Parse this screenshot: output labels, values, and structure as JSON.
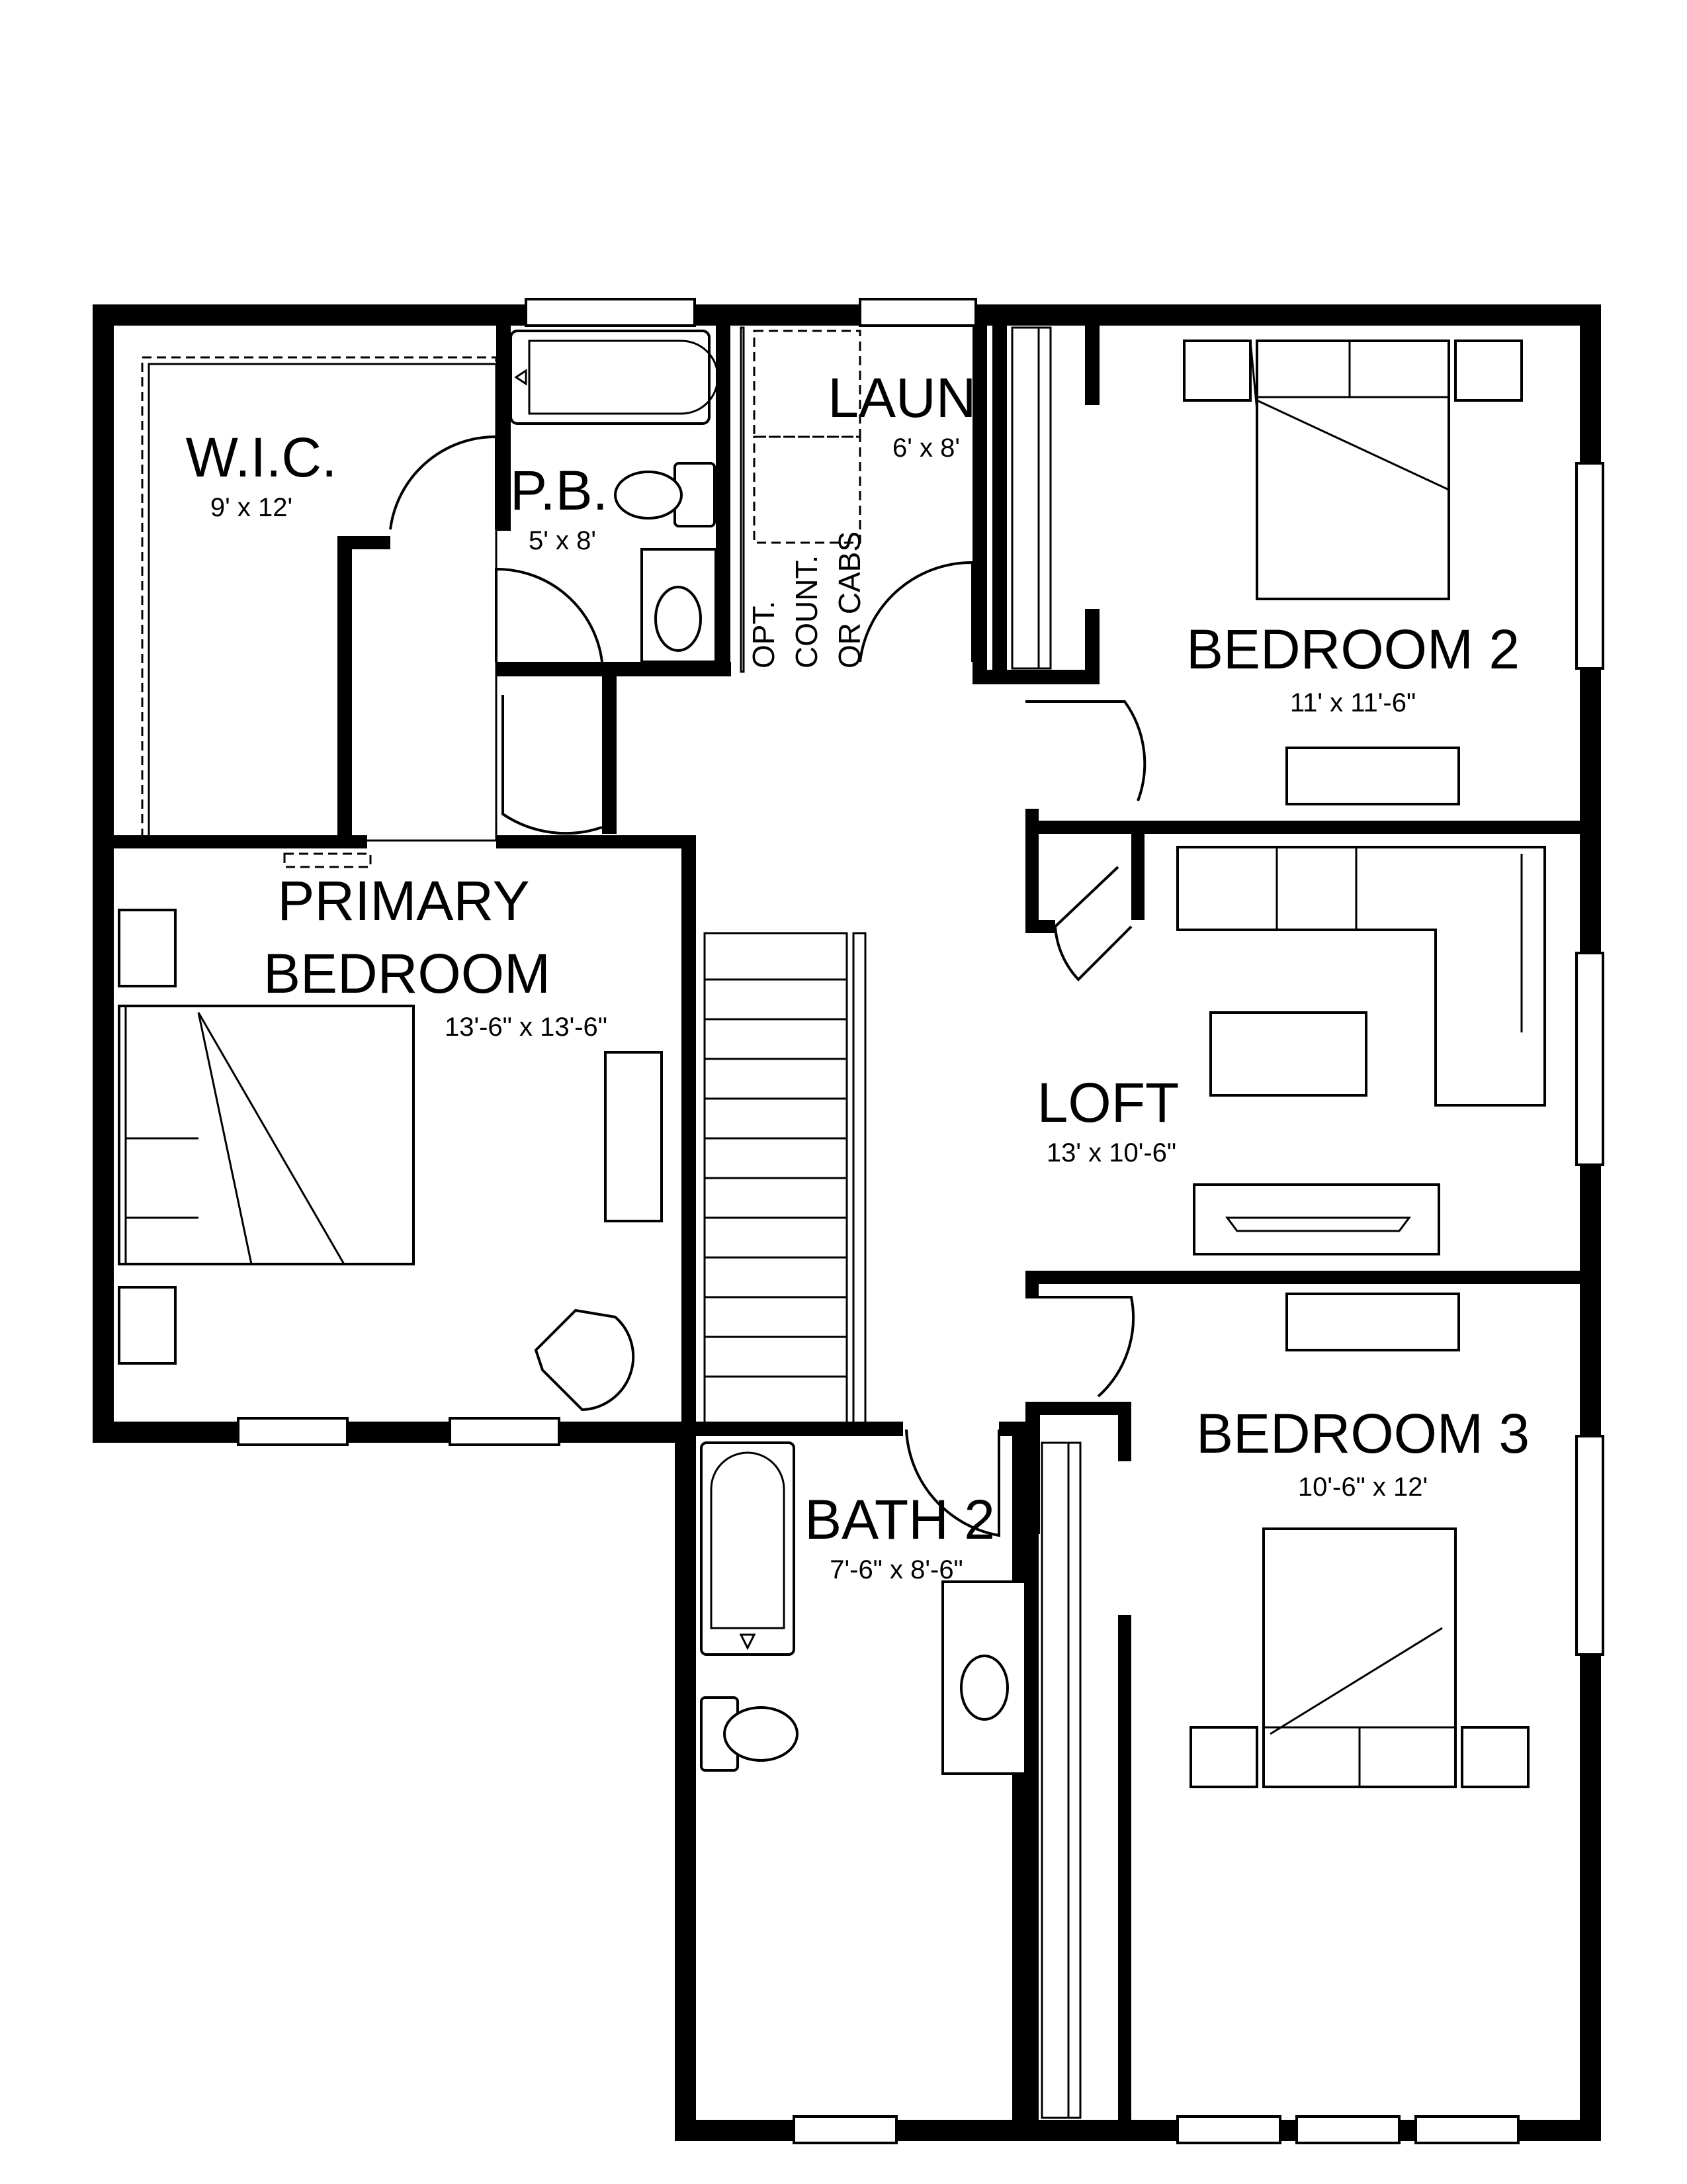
{
  "rooms": {
    "wic": {
      "name": "W.I.C.",
      "dim": "9' x 12'"
    },
    "pb": {
      "name": "P.B.",
      "dim": "5' x 8'"
    },
    "laundry": {
      "name": "LAUN.",
      "dim": "6' x 8'"
    },
    "laundry_note": [
      "OPT.",
      "COUNT.",
      "OR CABS"
    ],
    "bedroom2": {
      "name": "BEDROOM 2",
      "dim": "11' x 11'-6\""
    },
    "primary": {
      "name_line1": "PRIMARY",
      "name_line2": "BEDROOM",
      "dim": "13'-6\" x 13'-6\""
    },
    "loft": {
      "name": "LOFT",
      "dim": "13' x 10'-6\""
    },
    "bedroom3": {
      "name": "BEDROOM 3",
      "dim": "10'-6\" x 12'"
    },
    "bath2": {
      "name": "BATH 2",
      "dim": "7'-6\" x 8'-6\""
    }
  }
}
